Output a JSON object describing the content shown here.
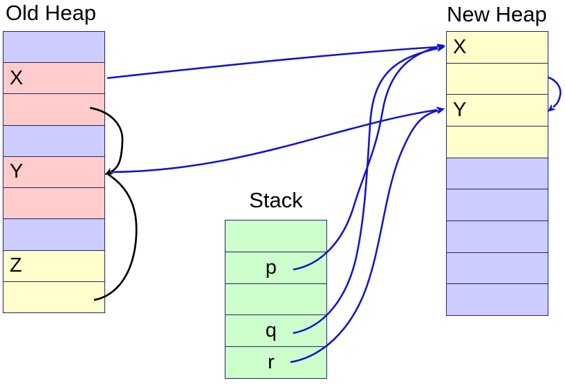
{
  "old_heap": {
    "title": "Old Heap",
    "cells": [
      {
        "color": "lavender",
        "label": ""
      },
      {
        "color": "pink",
        "label": "X"
      },
      {
        "color": "pink",
        "label": ""
      },
      {
        "color": "lavender",
        "label": ""
      },
      {
        "color": "pink",
        "label": "Y"
      },
      {
        "color": "pink",
        "label": ""
      },
      {
        "color": "lavender",
        "label": ""
      },
      {
        "color": "yellow",
        "label": "Z"
      },
      {
        "color": "yellow",
        "label": ""
      }
    ]
  },
  "stack": {
    "title": "Stack",
    "cells": [
      {
        "color": "green",
        "label": ""
      },
      {
        "color": "green",
        "label": "p"
      },
      {
        "color": "green",
        "label": ""
      },
      {
        "color": "green",
        "label": "q"
      },
      {
        "color": "green",
        "label": "r"
      }
    ]
  },
  "new_heap": {
    "title": "New Heap",
    "cells": [
      {
        "color": "yellow",
        "label": "X"
      },
      {
        "color": "yellow",
        "label": ""
      },
      {
        "color": "yellow",
        "label": "Y"
      },
      {
        "color": "yellow",
        "label": ""
      },
      {
        "color": "lavender",
        "label": ""
      },
      {
        "color": "lavender",
        "label": ""
      },
      {
        "color": "lavender",
        "label": ""
      },
      {
        "color": "lavender",
        "label": ""
      },
      {
        "color": "lavender",
        "label": ""
      }
    ]
  },
  "arrows": [
    {
      "id": "old-x-to-new-x",
      "from": "old heap X",
      "to": "new heap X",
      "color": "blue"
    },
    {
      "id": "old-y-to-new-y",
      "from": "old heap Y",
      "to": "new heap Y",
      "color": "blue"
    },
    {
      "id": "stack-p-to-new-x",
      "from": "stack p",
      "to": "new heap X",
      "color": "blue"
    },
    {
      "id": "stack-q-to-new-x",
      "from": "stack q",
      "to": "new heap X",
      "color": "blue"
    },
    {
      "id": "stack-r-to-new-y",
      "from": "stack r",
      "to": "new heap Y",
      "color": "blue"
    },
    {
      "id": "new-x-field-to-new-y",
      "from": "new heap X field",
      "to": "new heap Y",
      "color": "blue"
    },
    {
      "id": "old-x-field-to-old-y",
      "from": "old heap X field",
      "to": "old heap Y",
      "color": "black"
    },
    {
      "id": "old-z-field-to-old-y",
      "from": "old heap Z field",
      "to": "old heap Y",
      "color": "black"
    }
  ],
  "palette": {
    "lavender": "#ccccff",
    "pink": "#ffcccc",
    "yellow": "#ffffcc",
    "green": "#ccffcc",
    "border": "#232366",
    "arrow-blue": "#1414cc",
    "arrow-black": "#000000"
  }
}
